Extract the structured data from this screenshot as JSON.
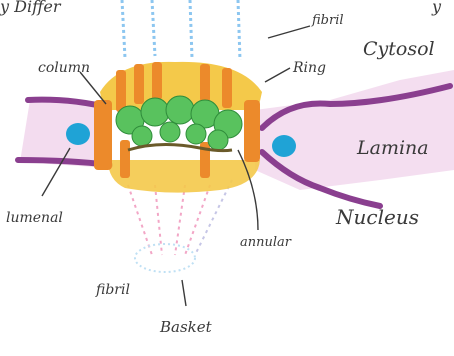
{
  "labels": {
    "top_partial": "y Differ",
    "top_partial_right": "y",
    "fibril_top": "fibril",
    "cytosol": "Cytosol",
    "column": "column",
    "ring": "Ring",
    "lamina": "Lamina",
    "luminal": "lumenal",
    "nucleus": "Nucleus",
    "annular": "annular",
    "fibril_bottom": "fibril",
    "basket": "Basket"
  },
  "colors": {
    "lumen_band": "#f1d6ec",
    "membrane": "#8a3f8f",
    "ring_yellow": "#f4c94a",
    "column_orange": "#ec8a2b",
    "annular_green": "#59c25e",
    "luminal_blue": "#1fa3d6",
    "fibril_blue": "#8cc6f0",
    "basket_pink": "#f2a6c6",
    "ink": "#3a3a3a"
  }
}
